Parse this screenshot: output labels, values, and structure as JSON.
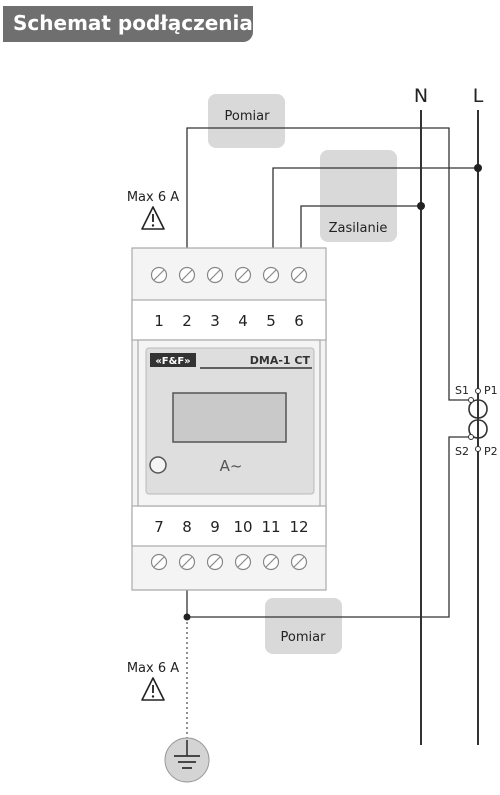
{
  "title": "Schemat podłączenia",
  "lines": {
    "n": "N",
    "l": "L"
  },
  "labels": {
    "pomiar_top": "Pomiar",
    "zasilanie": "Zasilanie",
    "pomiar_bottom": "Pomiar",
    "max_top": "Max 6 A",
    "max_bottom": "Max 6 A"
  },
  "device": {
    "brand": "«F&F»",
    "model": "DMA-1 CT",
    "unit": "A~",
    "top_terminals": [
      "1",
      "2",
      "3",
      "4",
      "5",
      "6"
    ],
    "bottom_terminals": [
      "7",
      "8",
      "9",
      "10",
      "11",
      "12"
    ]
  },
  "ct": {
    "s1": "S1",
    "p1": "P1",
    "s2": "S2",
    "p2": "P2"
  },
  "icons": [
    "warning-icon",
    "ground-icon",
    "screw-terminal-icon",
    "led-indicator-icon"
  ],
  "colors": {
    "line": "#333333",
    "tag_bg": "#d9d9d9",
    "device_fill": "#f4f4f4",
    "panel_fill": "#dedede",
    "title_bg": "#6f6f6f"
  }
}
